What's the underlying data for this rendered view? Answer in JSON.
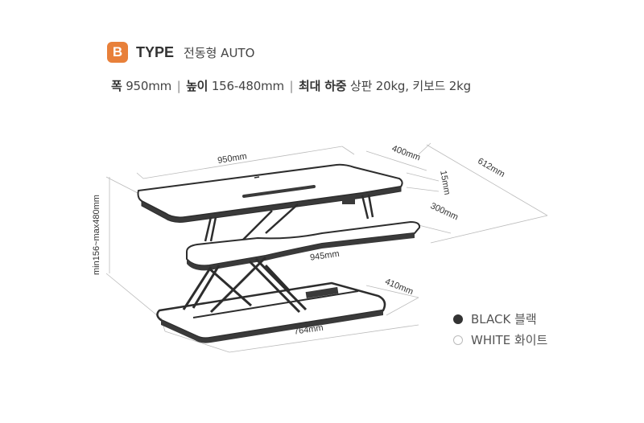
{
  "header": {
    "badge": "B",
    "type_label": "TYPE",
    "type_sub": "전동형 AUTO"
  },
  "specs": {
    "width_label": "폭",
    "width_value": "950mm",
    "height_label": "높이",
    "height_value": "156-480mm",
    "load_label": "최대 하중",
    "load_value": "상판 20kg, 키보드 2kg",
    "separator": "|"
  },
  "dimensions": {
    "width_top": "950mm",
    "depth_top": "400mm",
    "thickness": "15mm",
    "depth_total": "612mm",
    "height_range": "min156~max480mm",
    "keyboard_depth": "300mm",
    "keyboard_width": "945mm",
    "base_depth": "410mm",
    "base_width": "764mm"
  },
  "colors_options": [
    {
      "label": "BLACK 블랙",
      "swatch": "#333333"
    },
    {
      "label": "WHITE 화이트",
      "swatch": "#ffffff"
    }
  ],
  "accent_color": "#e8803a"
}
